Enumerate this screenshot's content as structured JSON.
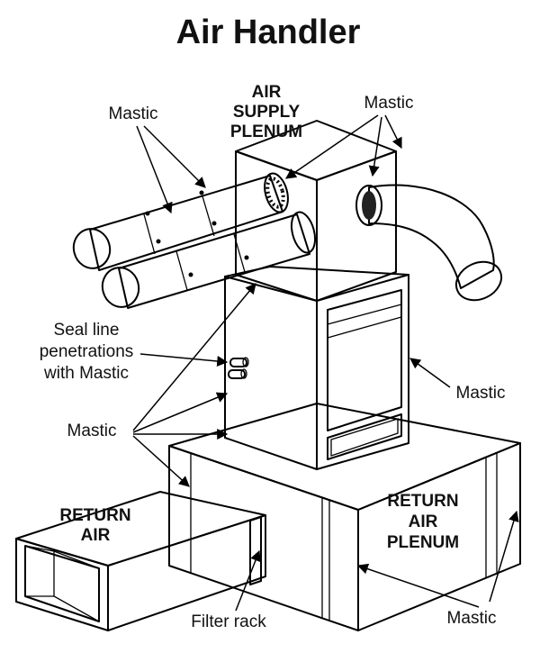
{
  "title": "Air Handler",
  "labels": {
    "supply_plenum": [
      "AIR",
      "SUPPLY",
      "PLENUM"
    ],
    "return_air": [
      "RETURN",
      "AIR"
    ],
    "return_air_plenum": [
      "RETURN",
      "AIR",
      "PLENUM"
    ],
    "seal_line": [
      "Seal line",
      "penetrations",
      "with Mastic"
    ],
    "mastic_top_left": "Mastic",
    "mastic_top_right": "Mastic",
    "mastic_right": "Mastic",
    "mastic_left": "Mastic",
    "mastic_bottom": "Mastic",
    "filter_rack": "Filter rack"
  },
  "colors": {
    "line": "#000000",
    "panel": "#d9d9d9",
    "pipe_opening": "#3a3a3a",
    "background": "#ffffff"
  }
}
